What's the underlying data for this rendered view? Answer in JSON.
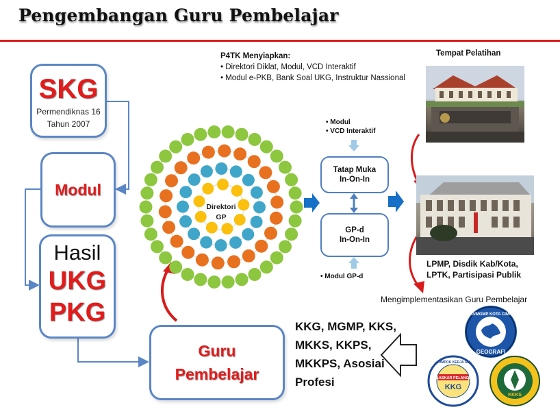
{
  "title": "Pengembangan Guru Pembelajar",
  "skg": {
    "heading": "SKG",
    "line1": "Permendiknas 16",
    "line2": "Tahun 2007"
  },
  "modul": {
    "label": "Modul"
  },
  "hasil": {
    "line1": "Hasil",
    "line2": "UKG",
    "line3": "PKG"
  },
  "guru": {
    "line1": "Guru",
    "line2": "Pembelajar"
  },
  "circle": {
    "label_line1": "Direktori",
    "label_line2": "GP"
  },
  "p4tk": {
    "heading": "P4TK Menyiapkan:",
    "item1": "• Direktori Diklat, Modul, VCD Interaktif",
    "item2": "• Modul e-PKB, Bank Soal UKG, Instruktur Nassional"
  },
  "inputs_top": {
    "item1": "• Modul",
    "item2": "• VCD Interaktif"
  },
  "inputs_bottom": {
    "item1": "• Modul GP-d"
  },
  "tatap_muka": {
    "line1": "Tatap Muka",
    "line2": "In-On-In"
  },
  "gpd": {
    "line1": "GP-d",
    "line2": "In-On-In"
  },
  "tempat": {
    "label": "Tempat Pelatihan"
  },
  "lpmp": {
    "line1": "LPMP, Disdik Kab/Kota,",
    "line2": "LPTK, Partisipasi Publik"
  },
  "mengimplementasikan": "Mengimplementasikan Guru Pembelajar",
  "orgs": {
    "line1": "KKG, MGMP, KKS,",
    "line2": "MKKS, KKPS,",
    "line3": "MKKPS, Asosiai",
    "line4": "Profesi"
  },
  "logos": {
    "geografi": {
      "top_text": "KKG/MGMP KOTA CIMAHI",
      "bottom_text": "GEOGRAFI"
    },
    "kkg": {
      "ring_text": "KELOMPOK KERJA GURU",
      "center_text": "KKG",
      "banner_text": "LASKAR PELANGI"
    },
    "kkks": {
      "center_text": "KKKS"
    }
  },
  "colors": {
    "accent_red": "#e21b1b",
    "box_border": "#5b86c5",
    "arrow_blue": "#1670c8",
    "dot_green": "#8dc63f",
    "dot_orange": "#e8711f",
    "dot_blue": "#3fa6c9",
    "dot_yellow": "#fbbf0e"
  }
}
